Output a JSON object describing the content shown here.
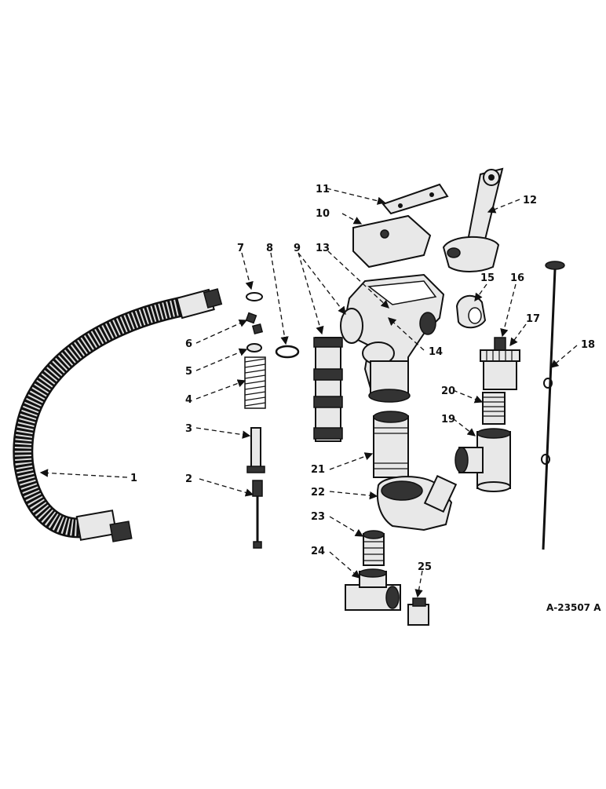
{
  "diagram": {
    "drawing_number": "A-23507 A",
    "callouts": [
      "1",
      "2",
      "3",
      "4",
      "5",
      "6",
      "7",
      "8",
      "9",
      "10",
      "11",
      "12",
      "13",
      "14",
      "15",
      "16",
      "17",
      "18",
      "19",
      "20",
      "21",
      "22",
      "23",
      "24",
      "25"
    ]
  }
}
